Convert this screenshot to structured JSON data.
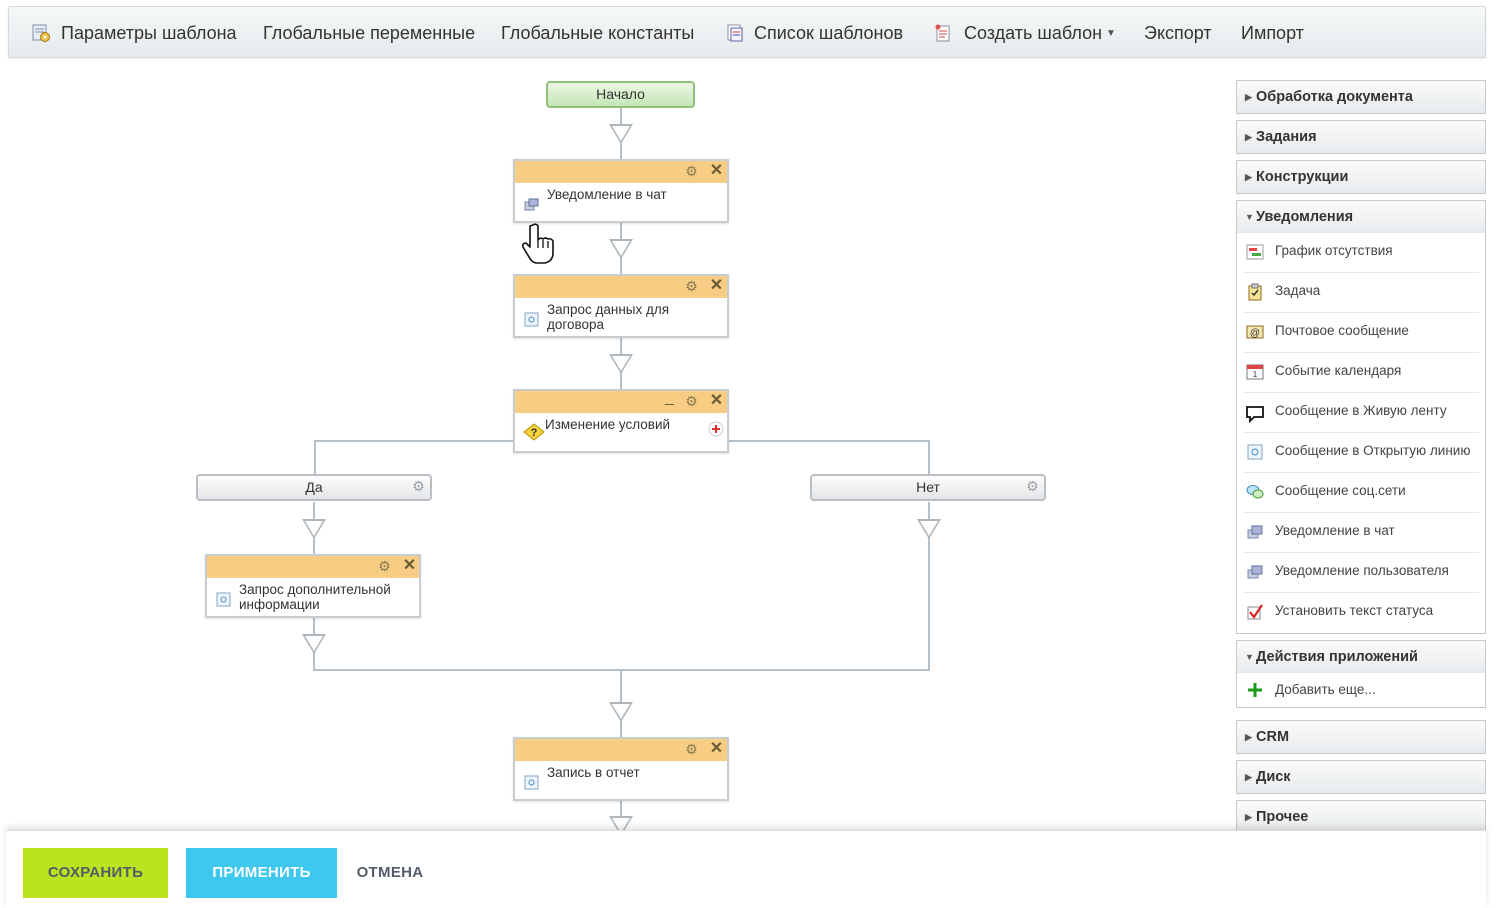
{
  "toolbar": {
    "template_params": "Параметры шаблона",
    "global_vars": "Глобальные переменные",
    "global_consts": "Глобальные константы",
    "template_list": "Список шаблонов",
    "create_template": "Создать шаблон",
    "export": "Экспорт",
    "import": "Импорт"
  },
  "flow": {
    "start": "Начало",
    "chat_notify": "Уведомление в чат",
    "request_data": "Запрос данных для договора",
    "condition": "Изменение условий",
    "branch_yes": "Да",
    "branch_no": "Нет",
    "request_more": "Запрос дополнительной информации",
    "report": "Запись в отчет"
  },
  "sidebar": {
    "doc_processing": "Обработка документа",
    "tasks": "Задания",
    "constructions": "Конструкции",
    "notifications": "Уведомления",
    "notification_items": [
      "График отсутствия",
      "Задача",
      "Почтовое сообщение",
      "Событие календаря",
      "Сообщение в Живую ленту",
      "Сообщение в Открытую линию",
      "Сообщение соц.сети",
      "Уведомление в чат",
      "Уведомление пользователя",
      "Установить текст статуса"
    ],
    "app_actions": "Действия приложений",
    "add_more": "Добавить еще...",
    "crm": "CRM",
    "disk": "Диск",
    "other": "Прочее"
  },
  "footer": {
    "save": "СОХРАНИТЬ",
    "apply": "ПРИМЕНИТЬ",
    "cancel": "ОТМЕНА"
  },
  "colors": {
    "save_bg": "#bbe31e",
    "apply_bg": "#3ec8f0",
    "activity_header": "#f7cc83"
  }
}
